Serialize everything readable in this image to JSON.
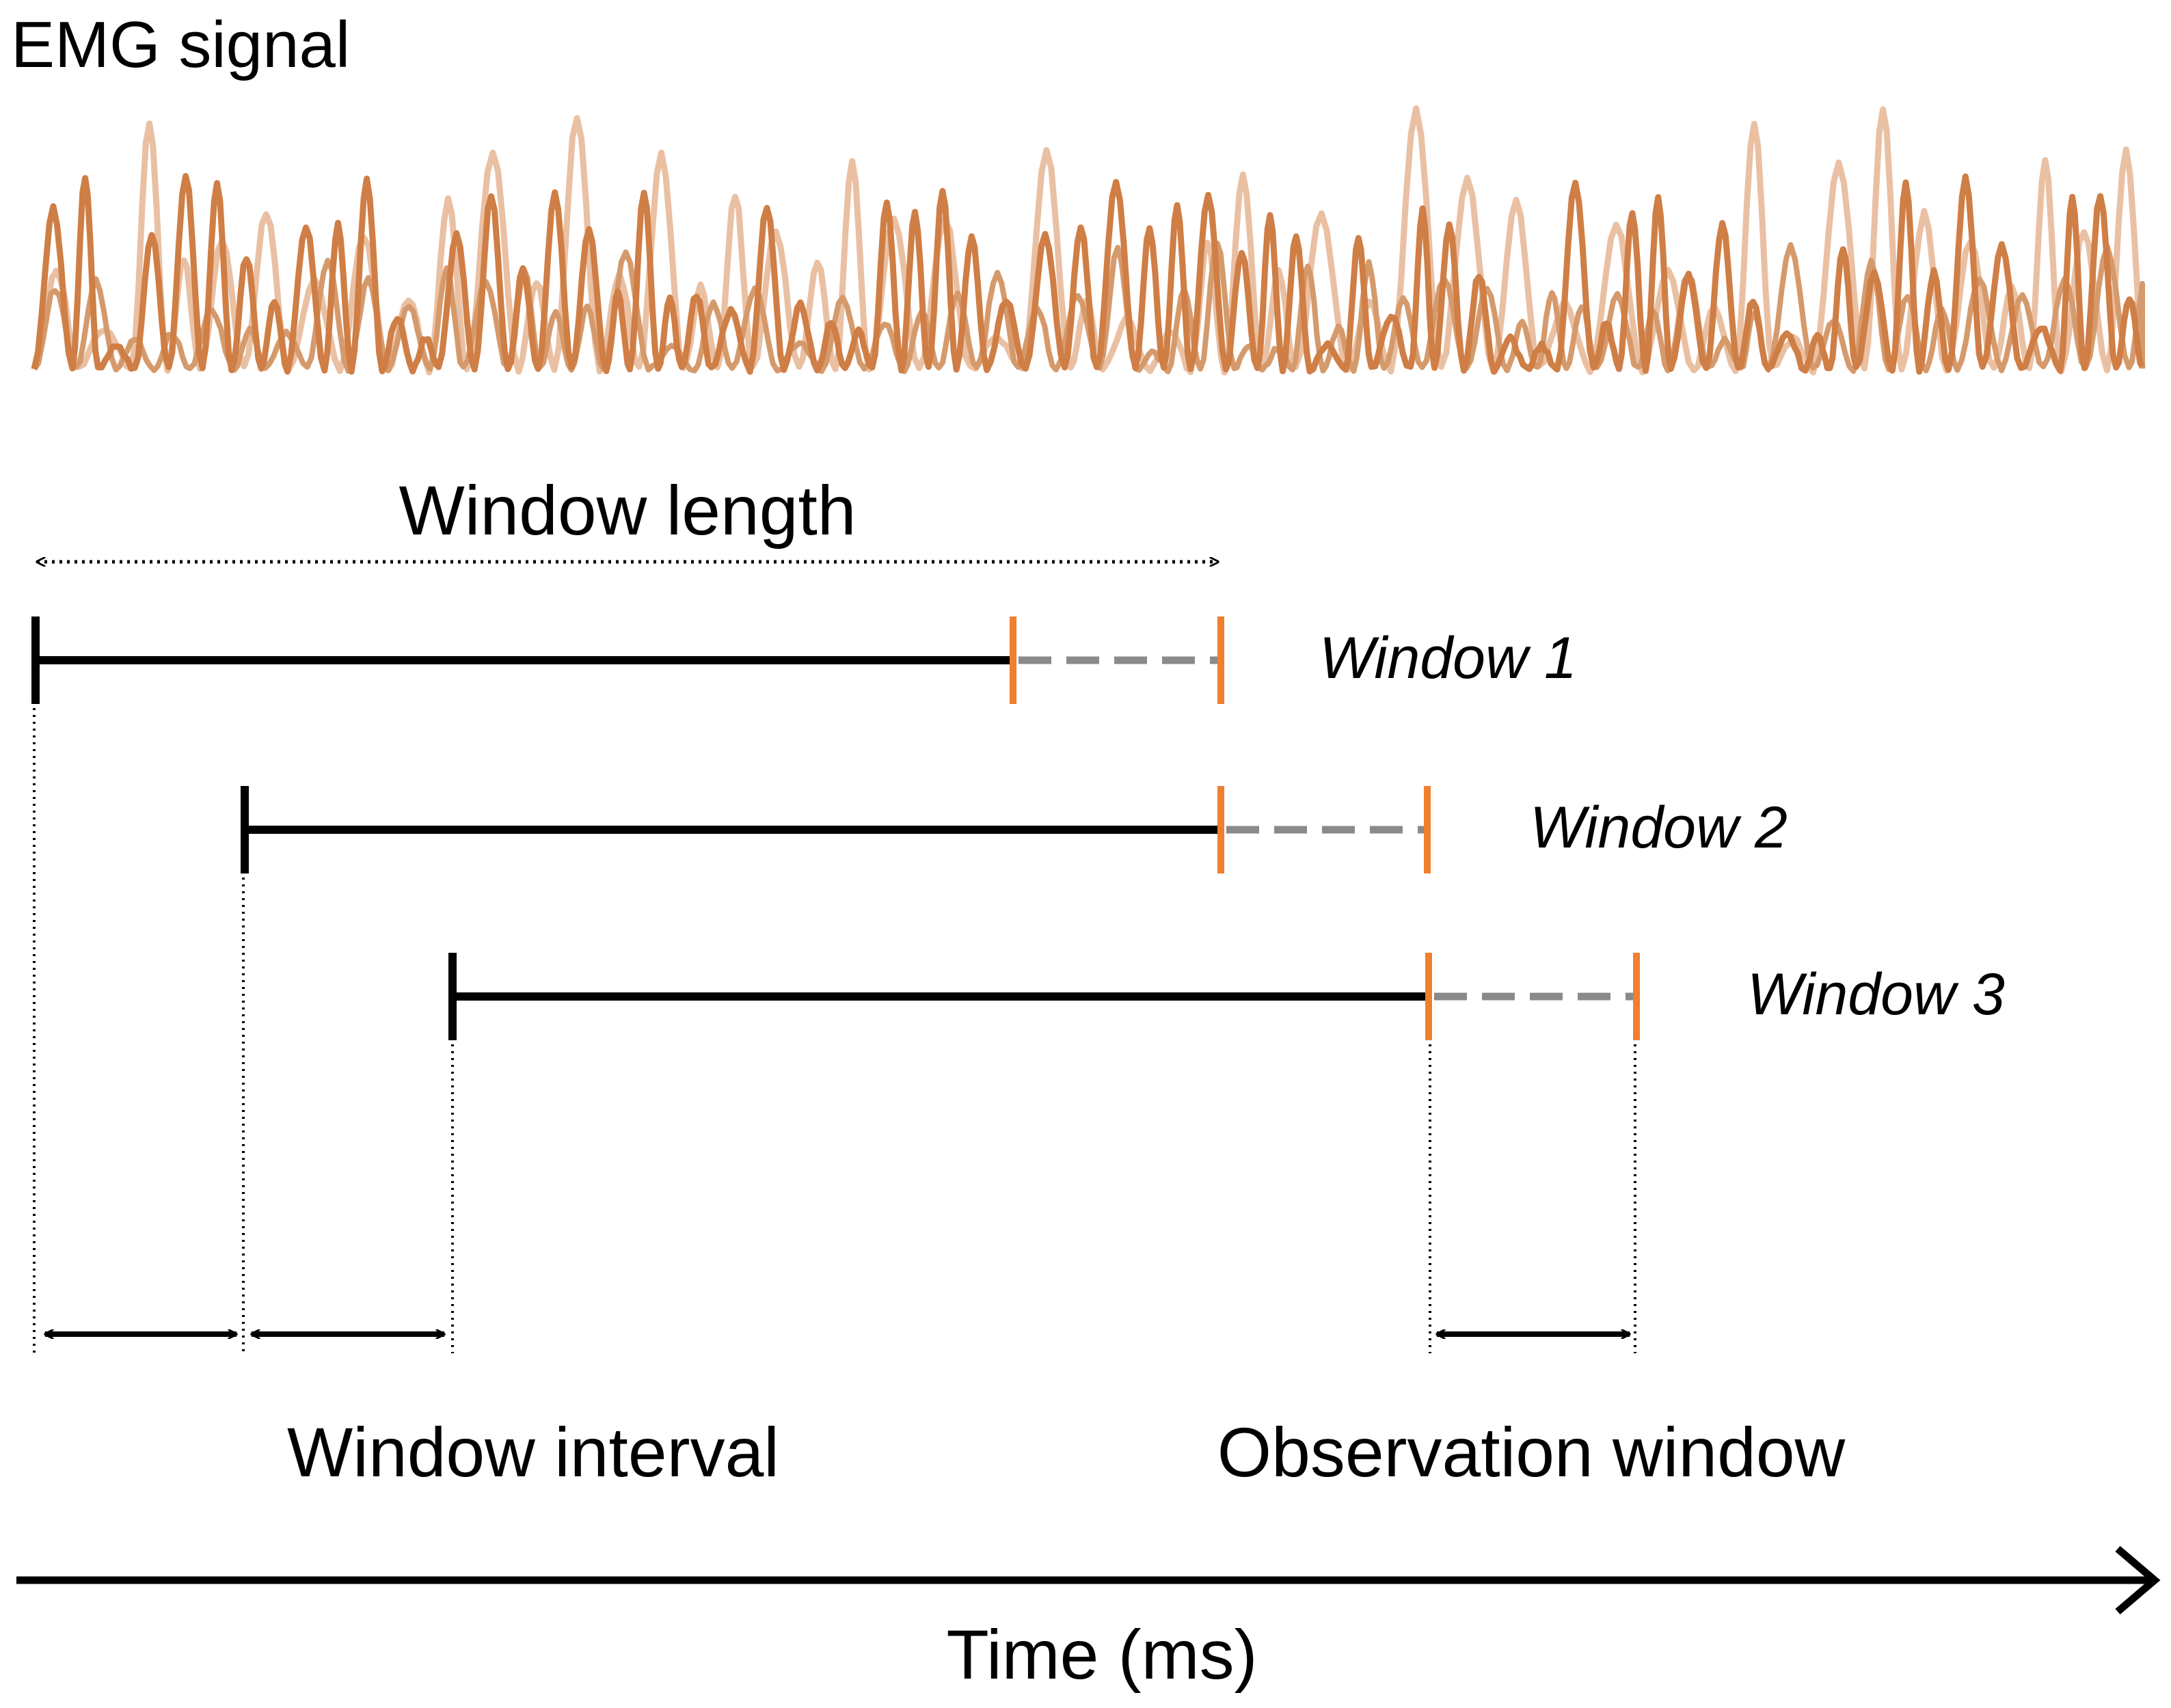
{
  "diagram": {
    "signal_label": "EMG signal",
    "window_length_label": "Window length",
    "windows": [
      {
        "label": "Window 1"
      },
      {
        "label": "Window 2"
      },
      {
        "label": "Window 3"
      }
    ],
    "window_interval_label": "Window interval",
    "observation_window_label": "Observation window",
    "time_axis_label": "Time (ms)"
  },
  "colors": {
    "signal_light": "#eac0a3",
    "signal_mid": "#d59a6c",
    "signal_dark": "#cf7e45",
    "observation_marker": "#f07f2e",
    "observation_dash": "#8a8a8a",
    "line": "#000000"
  }
}
